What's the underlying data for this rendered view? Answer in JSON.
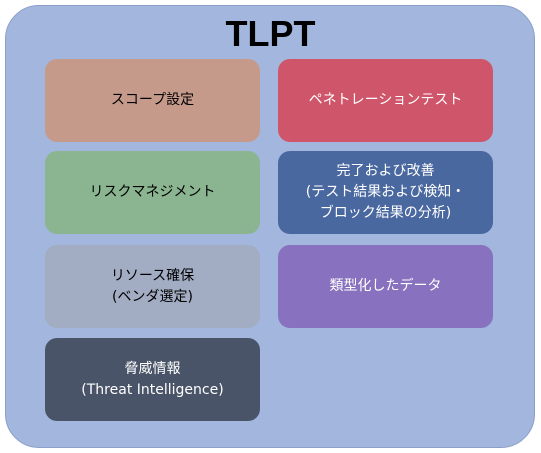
{
  "title": "TLPT",
  "boxes": [
    {
      "label": "スコープ設定",
      "color": "#c69a8b",
      "text_color": "#000000"
    },
    {
      "label": "ペネトレーションテスト",
      "color": "#cf566a",
      "text_color": "#ffffff"
    },
    {
      "label": "リスクマネジメント",
      "color": "#8bb591",
      "text_color": "#000000"
    },
    {
      "label": "完了および改善\n(テスト結果および検知・\nブロック結果の分析)",
      "color": "#4a68a0",
      "text_color": "#ffffff"
    },
    {
      "label": "リソース確保\n(ベンダ選定)",
      "color": "#a2acc2",
      "text_color": "#000000"
    },
    {
      "label": "類型化したデータ",
      "color": "#8871be",
      "text_color": "#ffffff"
    },
    {
      "label": "脅威情報\n(Threat Intelligence)",
      "color": "#4a5468",
      "text_color": "#ffffff"
    }
  ]
}
